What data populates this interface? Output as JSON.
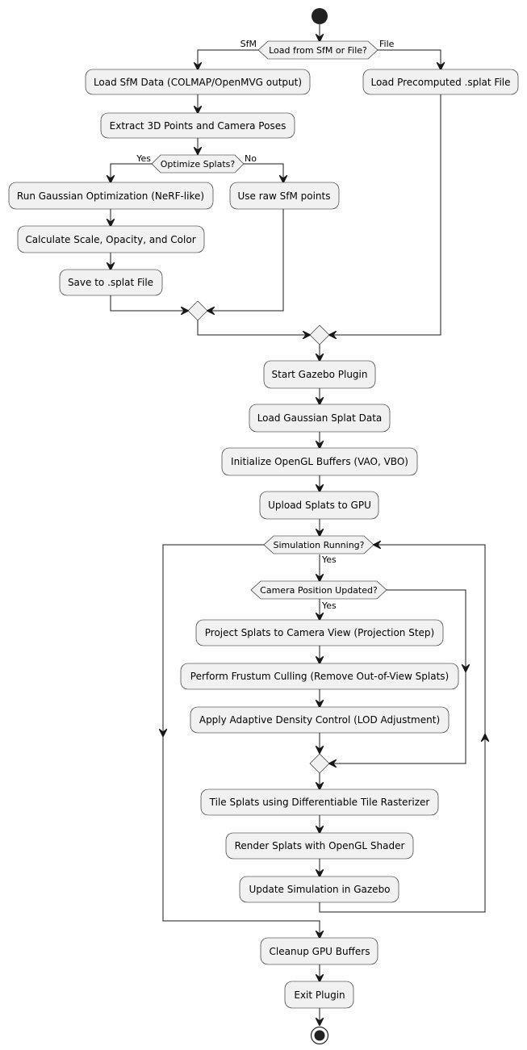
{
  "activities": {
    "load_sfm_data": "Load SfM Data (COLMAP/OpenMVG output)",
    "extract_points": "Extract 3D Points and Camera Poses",
    "run_gaussian_optimization": "Run Gaussian Optimization (NeRF-like)",
    "calculate_scale": "Calculate Scale, Opacity, and Color",
    "save_splat_file": "Save to .splat File",
    "use_raw_points": "Use raw SfM points",
    "load_precomputed": "Load Precomputed .splat File",
    "start_plugin": "Start Gazebo Plugin",
    "load_splat_data": "Load Gaussian Splat Data",
    "init_buffers": "Initialize OpenGL Buffers (VAO, VBO)",
    "upload_splats": "Upload Splats to GPU",
    "project_splats": "Project Splats to Camera View (Projection Step)",
    "frustum_culling": "Perform Frustum Culling (Remove Out-of-View Splats)",
    "adaptive_density": "Apply Adaptive Density Control (LOD Adjustment)",
    "tile_splats": "Tile Splats using Differentiable Tile Rasterizer",
    "render_splats": "Render Splats with OpenGL Shader",
    "update_simulation": "Update Simulation in Gazebo",
    "cleanup_buffers": "Cleanup GPU Buffers",
    "exit_plugin": "Exit Plugin"
  },
  "decisions": {
    "load_source": "Load from SfM or File?",
    "optimize": "Optimize Splats?",
    "sim_running": "Simulation Running?",
    "camera_updated": "Camera Position Updated?"
  },
  "branch_labels": {
    "sfm": "SfM",
    "file": "File",
    "optimize_yes": "Yes",
    "optimize_no": "No",
    "sim_yes": "Yes",
    "camera_yes": "Yes"
  }
}
